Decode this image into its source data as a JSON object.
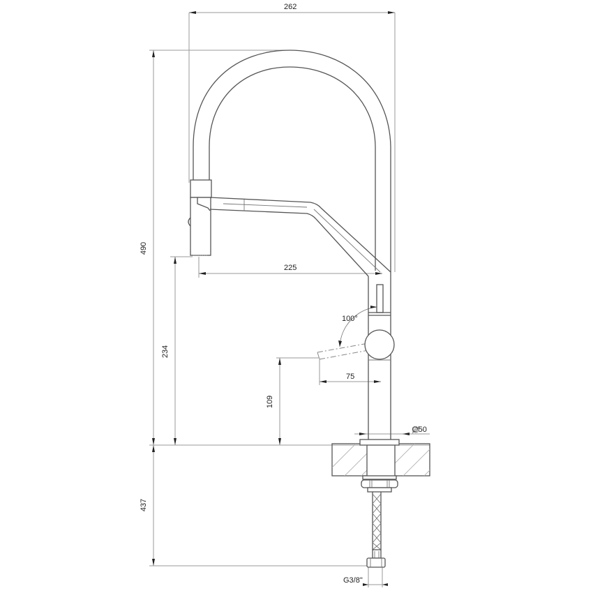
{
  "drawing": {
    "title": "Pull-out kitchen mixer technical drawing",
    "units": "mm",
    "colors": {
      "line": "#555555",
      "dimension": "#9a9a9a",
      "text": "#222222",
      "hatch": "#b0b0b0"
    }
  },
  "dimensions": {
    "overall_width": "262",
    "spout_reach": "225",
    "overall_height": "490",
    "spout_outlet_height": "234",
    "lever_height": "109",
    "lever_length": "75",
    "lever_rotation": "100°",
    "body_diameter": "∅50",
    "under_counter_length": "437",
    "connection_thread": "G3/8\""
  }
}
